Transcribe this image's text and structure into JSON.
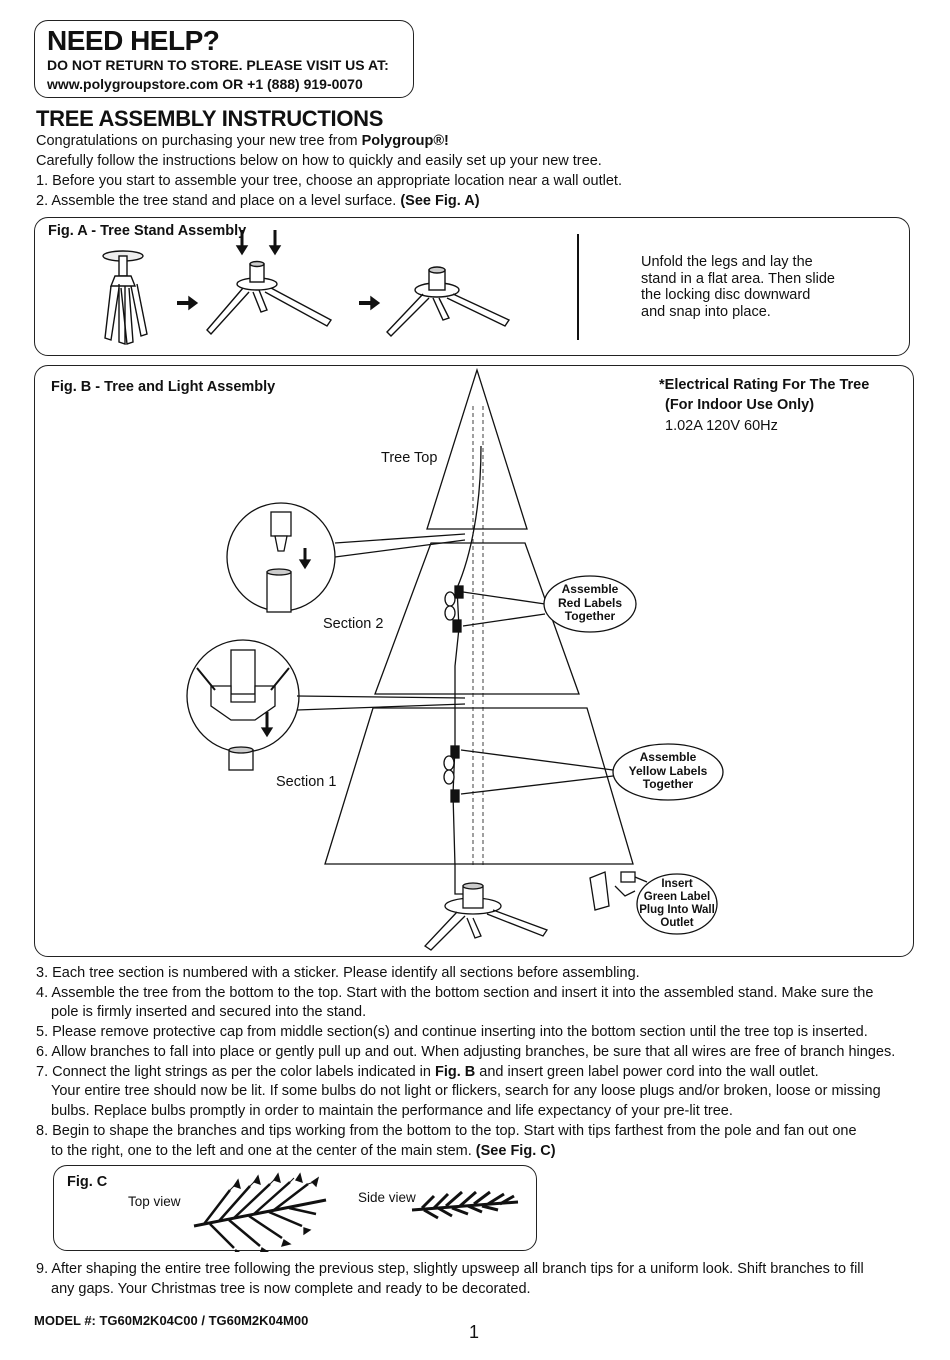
{
  "help": {
    "title": "NEED HELP?",
    "line1": "DO NOT RETURN TO STORE. PLEASE VISIT US AT:",
    "line2": "www.polygroupstore.com OR +1 (888) 919-0070"
  },
  "title": "TREE ASSEMBLY INSTRUCTIONS",
  "intro": {
    "line1_pre": "Congratulations on purchasing your new tree from ",
    "line1_brand": "Polygroup®!",
    "line2": "Carefully follow the instructions below on how to quickly and easily set up your new tree.",
    "step1": "1. Before you start to assemble your tree, choose an appropriate location near a wall outlet.",
    "step2_pre": "2. Assemble the tree stand and place on a level surface. ",
    "step2_ref": "(See Fig. A)"
  },
  "figA": {
    "title": "Fig. A - Tree Stand Assembly",
    "desc": [
      "Unfold the legs and lay the",
      "stand in a flat area. Then slide",
      "the locking disc downward",
      "and snap into place."
    ]
  },
  "figB": {
    "title": "Fig. B - Tree and Light Assembly",
    "rating_title": "*Electrical Rating For The Tree",
    "rating_sub": "(For Indoor Use Only)",
    "rating_value": "1.02A 120V 60Hz",
    "tree_top": "Tree Top",
    "section2": "Section 2",
    "section1": "Section 1",
    "callout_red": [
      "Assemble",
      "Red Labels",
      "Together"
    ],
    "callout_yellow": [
      "Assemble",
      "Yellow Labels",
      "Together"
    ],
    "callout_green": [
      "Insert",
      "Green Label",
      "Plug Into Wall",
      "Outlet"
    ]
  },
  "steps": {
    "s3": "3. Each tree section is numbered with a sticker. Please identify all sections before assembling.",
    "s4a": "4. Assemble the tree from the bottom to the top. Start with the bottom section and insert it into the assembled stand. Make sure the",
    "s4b": "pole is firmly inserted and secured into the stand.",
    "s5": "5. Please remove protective cap from middle section(s) and continue inserting into the bottom section until the tree top is inserted.",
    "s6": "6. Allow branches to fall into place or gently pull up and out. When adjusting branches, be sure that all wires are free of branch hinges.",
    "s7a_pre": "7. Connect the light strings as per the color labels indicated in ",
    "s7a_ref": "Fig. B",
    "s7a_post": " and insert green label power cord into the wall outlet.",
    "s7b": "Your entire tree should now be lit. If some bulbs do not light or flickers, search for any loose plugs and/or broken, loose or missing",
    "s7c": "bulbs. Replace bulbs promptly in order to maintain the performance and life expectancy of your pre-lit tree.",
    "s8a": "8. Begin to shape the branches and tips working from the bottom to the top. Start with tips farthest from the pole and fan out one",
    "s8b_pre": "to the right, one to the left and one at the center of the main stem. ",
    "s8b_ref": "(See Fig. C)",
    "s9a": "9. After shaping the entire tree following the previous step, slightly upsweep all branch tips for a uniform look. Shift branches to fill",
    "s9b": "any gaps. Your Christmas tree is now complete and ready to be decorated."
  },
  "figC": {
    "title": "Fig. C",
    "top_view": "Top view",
    "side_view": "Side view"
  },
  "footer": {
    "model": "MODEL #:  TG60M2K04C00 / TG60M2K04M00",
    "page": "1"
  }
}
